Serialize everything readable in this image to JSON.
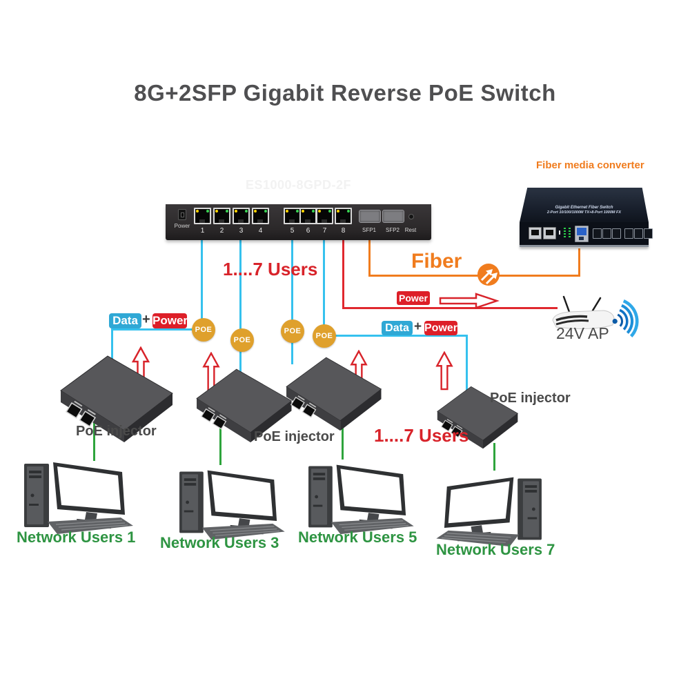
{
  "title": "8G+2SFP Gigabit Reverse PoE Switch",
  "switch": {
    "model": "ES1000-8GPD-2F",
    "power_label": "Power",
    "port_numbers": [
      "1",
      "2",
      "3",
      "4",
      "5",
      "6",
      "7",
      "8"
    ],
    "sfp_labels": [
      "SFP1",
      "SFP2"
    ],
    "reset_label": "Rest"
  },
  "fiber_converter": {
    "title": "Fiber media converter",
    "panel_line1": "Gigabit Ethernet Fiber Switch",
    "panel_line2": "2-Port 10/100/1000M TX+8-Port 1000M FX"
  },
  "annotations": {
    "users_top": "1....7 Users",
    "users_bottom": "1....7 Users",
    "fiber": "Fiber",
    "power_flow": "Power",
    "data_badge": "Data",
    "plus": "+",
    "power_badge": "Power",
    "poe_badge": "POE",
    "ap_label": "24V AP",
    "injector_label": "PoE injector"
  },
  "network_users": [
    "Network Users 1",
    "Network Users 3",
    "Network Users 5",
    "Network Users 7"
  ],
  "colors": {
    "cyan_cable": "#35c1ee",
    "red_cable": "#e0282e",
    "orange_cable": "#f07c1e",
    "green_cable": "#2ea43c",
    "green_text": "#2e9442",
    "red_text": "#d8232a",
    "orange_text": "#f07c1e",
    "poe_badge_bg": "#dfa02c",
    "data_badge_bg": "#2fa8d5",
    "power_badge_bg": "#dd1f28"
  }
}
